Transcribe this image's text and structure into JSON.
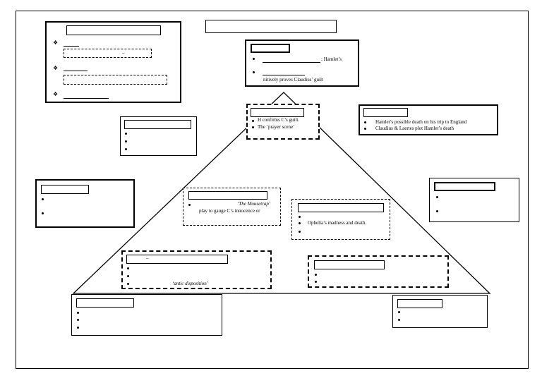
{
  "climax": {
    "line1": "H confirms C’s guilt.",
    "line2": "The ‘prayer scene’"
  },
  "top_box": {
    "line1": ": Hamlet’s",
    "line2": "nitively proves Claudius’ guilt"
  },
  "falling_box": {
    "item1": "Hamlet’s possible death on his trip to England",
    "item2": "Claudius & Laertes plot Hamlet’s death"
  },
  "mousetrap_box": {
    "title": "‘The Mousetrap’",
    "line2": "play to gauge C’s innocence or"
  },
  "ophelia_box": {
    "item": "Ophelia’s madness and death."
  },
  "antic_box": {
    "dash": "–",
    "italic": "‘antic disposition’"
  },
  "left_top_box": {
    "dash": "–"
  },
  "icons": {
    "bullet": "●",
    "diamond": "❖"
  }
}
